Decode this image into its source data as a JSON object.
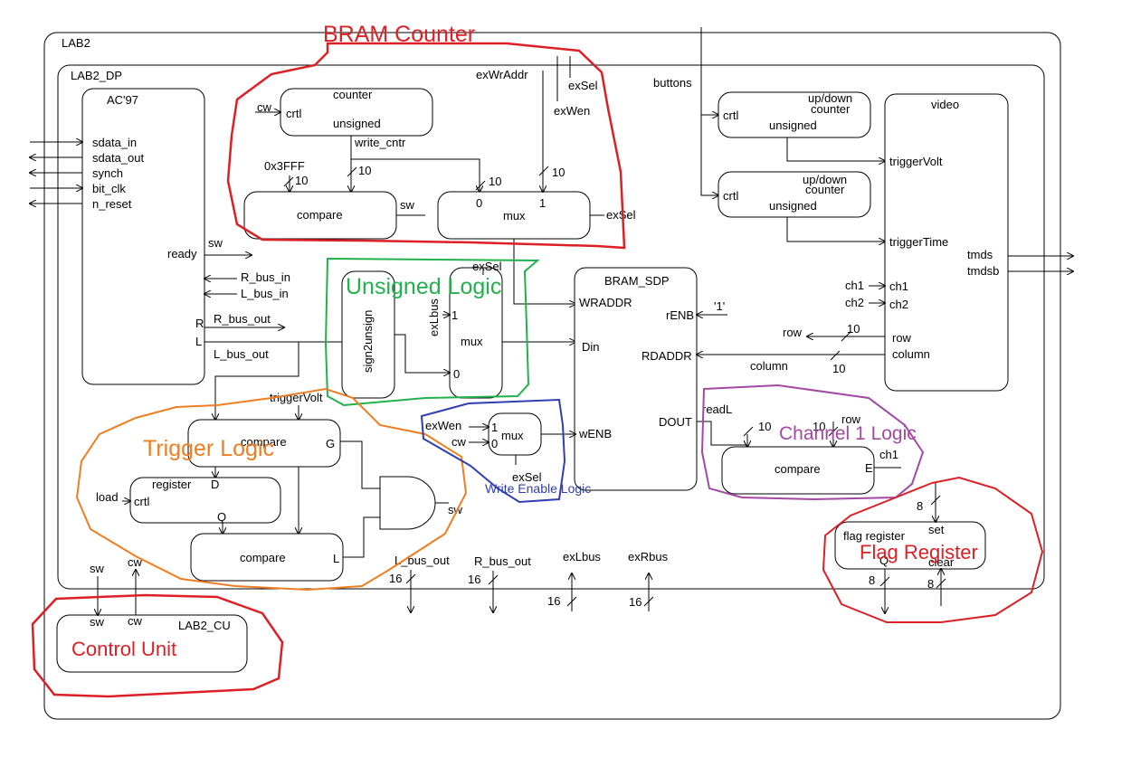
{
  "frames": {
    "outer": "LAB2",
    "inner": "LAB2_DP",
    "cu": "LAB2_CU"
  },
  "ac97": {
    "title": "AC'97",
    "ports": [
      "sdata_in",
      "sdata_out",
      "synch",
      "bit_clk",
      "n_reset"
    ],
    "ready": "ready",
    "sw": "sw",
    "r_bus_in": "R_bus_in",
    "l_bus_in": "L_bus_in",
    "r": "R",
    "l": "L",
    "r_bus_out": "R_bus_out",
    "l_bus_out": "L_bus_out"
  },
  "bram_counter": {
    "counter": "counter",
    "cw": "cw",
    "crtl": "crtl",
    "unsigned": "unsigned",
    "write_cntr": "write_cntr",
    "const": "0x3FFF",
    "ten": "10",
    "compare": "compare",
    "sw": "sw",
    "mux": "mux",
    "zero": "0",
    "one": "1",
    "exsel": "exSel",
    "exwraddr": "exWrAddr",
    "exwen": "exWen"
  },
  "unsigned_logic": {
    "exsel": "exSel",
    "exlbus": "exLbus",
    "one": "1",
    "zero": "0",
    "mux": "mux",
    "sign2unsign": "sign2unsign"
  },
  "bram": {
    "title": "BRAM_SDP",
    "wraddr": "WRADDR",
    "din": "Din",
    "wenb": "wENB",
    "renb": "rENB",
    "one_const": "'1'",
    "rdaddr": "RDADDR",
    "dout": "DOUT"
  },
  "write_enable": {
    "exwen": "exWen",
    "cw": "cw",
    "one": "1",
    "zero": "0",
    "mux": "mux",
    "exsel": "exSel"
  },
  "video_side": {
    "buttons": "buttons",
    "crtl": "crtl",
    "updown": [
      "up/down",
      "counter"
    ],
    "unsigned": "unsigned",
    "video": "video",
    "triggervolt": "triggerVolt",
    "triggertime": "triggerTime",
    "ch1": "ch1",
    "ch2": "ch2",
    "row": "row",
    "column": "column",
    "tmds": "tmds",
    "tmdsb": "tmdsb",
    "ten": "10"
  },
  "trigger": {
    "triggervolt": "triggerVolt",
    "compare": "compare",
    "g": "G",
    "register": "register",
    "load": "load",
    "crtl": "crtl",
    "d": "D",
    "q": "Q",
    "l": "L",
    "sw": "sw"
  },
  "channel1": {
    "readl": "readL",
    "ten": "10",
    "row": "row",
    "compare": "compare",
    "e": "E",
    "ch1": "ch1"
  },
  "flag": {
    "flag_register": "flag register",
    "set": "set",
    "clear": "clear",
    "q": "Q",
    "eight": "8"
  },
  "bottom": {
    "sw": "sw",
    "cw": "cw",
    "l_bus_out": "L_bus_out",
    "r_bus_out": "R_bus_out",
    "exlbus": "exLbus",
    "exrbus": "exRbus",
    "sixteen": "16"
  },
  "annotations": {
    "bram_counter": "BRAM Counter",
    "unsigned_logic": "Unsigned Logic",
    "trigger_logic": "Trigger Logic",
    "write_enable_logic": "Write Enable Logic",
    "channel1_logic": "Channel 1 Logic",
    "flag_register": "Flag Register",
    "control_unit": "Control Unit"
  },
  "colors": {
    "red": "#dd1f26",
    "green": "#22b14c",
    "orange": "#ef7d22",
    "blue": "#2f3fb0",
    "purple": "#a349a4",
    "wire": "#000000"
  }
}
